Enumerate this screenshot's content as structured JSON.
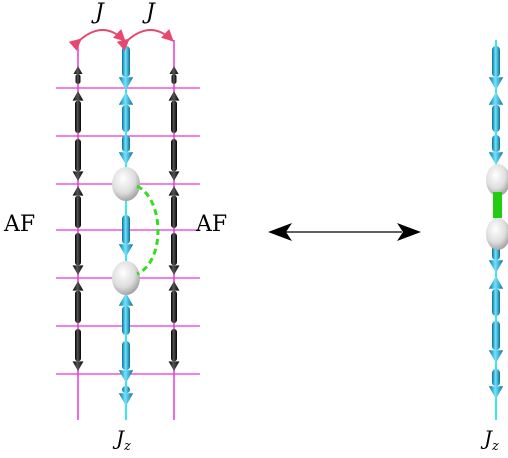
{
  "labels": {
    "exchange_left": "J",
    "exchange_right": "J",
    "af_left": "AF",
    "af_right": "AF",
    "jz_left": "J",
    "jz_left_sub": "z",
    "jz_right": "J",
    "jz_right_sub": "z"
  },
  "colors": {
    "rung": "#e838d8",
    "chain_leg": "#e838d8",
    "center_chain": "#38e8f0",
    "spin_black": "#111111",
    "spin_cyan": "#1aa8d8",
    "exchange_arrow": "#e84870",
    "hole": "#e8e8e8",
    "bond_dashed": "#33dd22",
    "bond_solid": "#22cc11"
  },
  "icons": {
    "equivalence": "double-headed-arrow-icon",
    "hole": "sphere-icon",
    "spin": "spin-arrow-icon"
  }
}
